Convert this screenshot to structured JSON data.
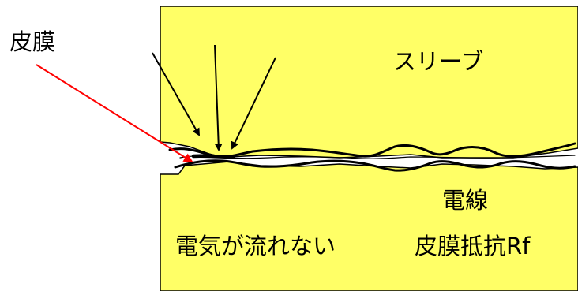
{
  "labels": {
    "film": "皮膜",
    "sleeve": "スリーブ",
    "wire": "電線",
    "no_current": "電気が流れない",
    "film_resistance": "皮膜抵抗Rf"
  },
  "colors": {
    "conductor_fill": "#FFFF66",
    "outline": "#000000",
    "pointer_arrow": "#FF0000",
    "force_arrows": "#000000",
    "background": "#FFFFFF"
  }
}
